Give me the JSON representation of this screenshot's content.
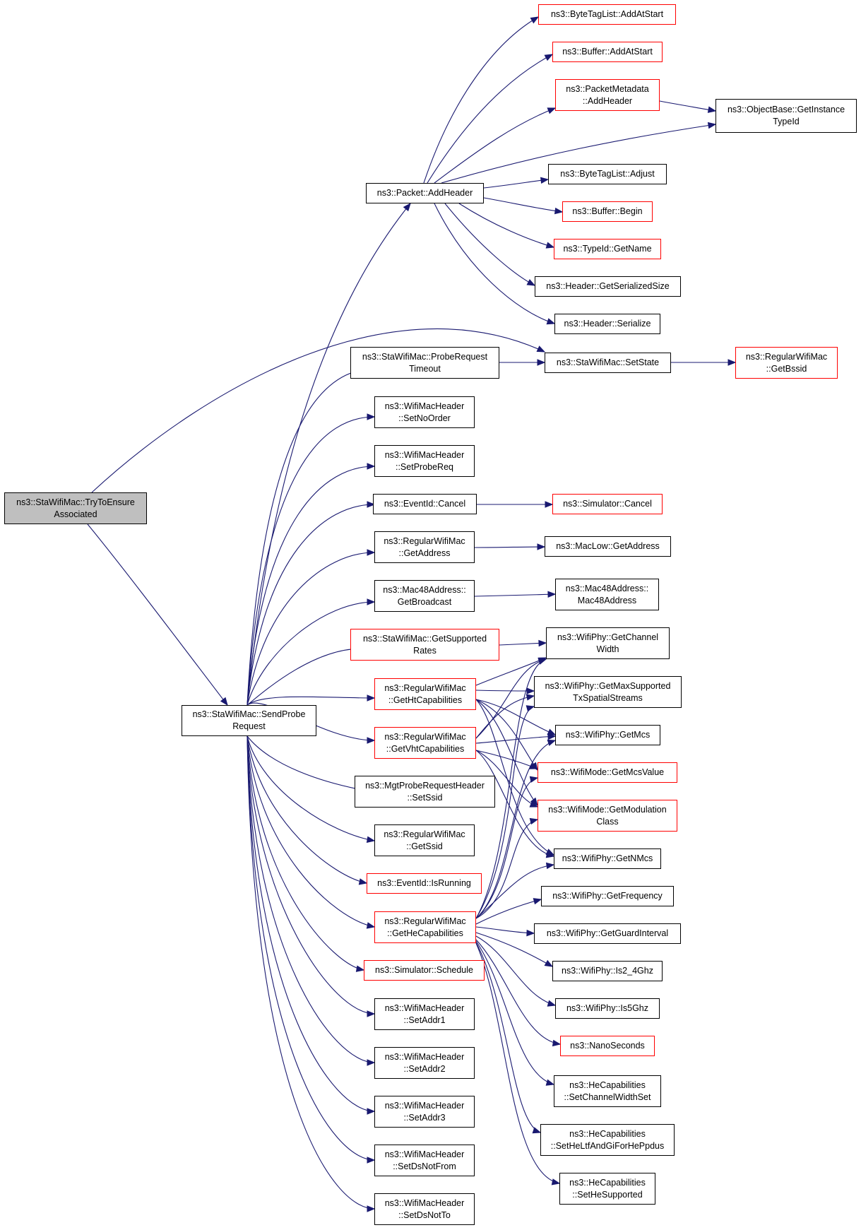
{
  "diagram": {
    "type": "call-graph",
    "colors": {
      "edge": "#191970",
      "node_border": "#000000",
      "node_border_truncated": "#ff0000",
      "root_fill": "#bfbfbf"
    },
    "nodes": {
      "try_to_ensure": "ns3::StaWifiMac::TryToEnsure\nAssociated",
      "send_probe": "ns3::StaWifiMac::SendProbe\nRequest",
      "packet_add_header": "ns3::Packet::AddHeader",
      "probe_timeout": "ns3::StaWifiMac::ProbeRequest\nTimeout",
      "set_no_order": "ns3::WifiMacHeader\n::SetNoOrder",
      "set_probe_req": "ns3::WifiMacHeader\n::SetProbeReq",
      "eventid_cancel": "ns3::EventId::Cancel",
      "get_address": "ns3::RegularWifiMac\n::GetAddress",
      "get_broadcast": "ns3::Mac48Address::\nGetBroadcast",
      "get_supported_rates": "ns3::StaWifiMac::GetSupported\nRates",
      "get_ht_cap": "ns3::RegularWifiMac\n::GetHtCapabilities",
      "get_vht_cap": "ns3::RegularWifiMac\n::GetVhtCapabilities",
      "mgt_set_ssid": "ns3::MgtProbeRequestHeader\n::SetSsid",
      "get_ssid": "ns3::RegularWifiMac\n::GetSsid",
      "is_running": "ns3::EventId::IsRunning",
      "get_he_cap": "ns3::RegularWifiMac\n::GetHeCapabilities",
      "schedule": "ns3::Simulator::Schedule",
      "set_addr1": "ns3::WifiMacHeader\n::SetAddr1",
      "set_addr2": "ns3::WifiMacHeader\n::SetAddr2",
      "set_addr3": "ns3::WifiMacHeader\n::SetAddr3",
      "set_ds_not_from": "ns3::WifiMacHeader\n::SetDsNotFrom",
      "set_ds_not_to": "ns3::WifiMacHeader\n::SetDsNotTo",
      "bytetag_add_at_start": "ns3::ByteTagList::AddAtStart",
      "buffer_add_at_start": "ns3::Buffer::AddAtStart",
      "metadata_add_header": "ns3::PacketMetadata\n::AddHeader",
      "get_instance_typeid": "ns3::ObjectBase::GetInstance\nTypeId",
      "bytetag_adjust": "ns3::ByteTagList::Adjust",
      "buffer_begin": "ns3::Buffer::Begin",
      "typeid_get_name": "ns3::TypeId::GetName",
      "header_get_serialized_size": "ns3::Header::GetSerializedSize",
      "header_serialize": "ns3::Header::Serialize",
      "set_state": "ns3::StaWifiMac::SetState",
      "get_bssid": "ns3::RegularWifiMac\n::GetBssid",
      "simulator_cancel": "ns3::Simulator::Cancel",
      "maclow_get_address": "ns3::MacLow::GetAddress",
      "mac48_ctor": "ns3::Mac48Address::\nMac48Address",
      "get_channel_width": "ns3::WifiPhy::GetChannel\nWidth",
      "get_max_streams": "ns3::WifiPhy::GetMaxSupported\nTxSpatialStreams",
      "get_mcs": "ns3::WifiPhy::GetMcs",
      "get_mcs_value": "ns3::WifiMode::GetMcsValue",
      "get_modulation_class": "ns3::WifiMode::GetModulation\nClass",
      "get_nmcs": "ns3::WifiPhy::GetNMcs",
      "get_frequency": "ns3::WifiPhy::GetFrequency",
      "get_guard_interval": "ns3::WifiPhy::GetGuardInterval",
      "is_2_4ghz": "ns3::WifiPhy::Is2_4Ghz",
      "is_5ghz": "ns3::WifiPhy::Is5Ghz",
      "nanoseconds": "ns3::NanoSeconds",
      "set_channel_width_set": "ns3::HeCapabilities\n::SetChannelWidthSet",
      "set_he_ltf": "ns3::HeCapabilities\n::SetHeLtfAndGiForHePpdus",
      "set_he_supported": "ns3::HeCapabilities\n::SetHeSupported"
    }
  }
}
